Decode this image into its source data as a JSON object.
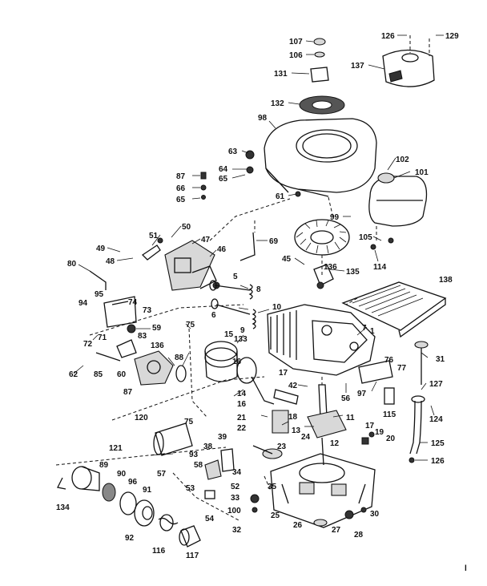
{
  "labels": [
    "107",
    "106",
    "126",
    "129",
    "131",
    "137",
    "132",
    "98",
    "63",
    "64",
    "65",
    "87",
    "66",
    "65",
    "102",
    "101",
    "61",
    "99",
    "105",
    "114",
    "50",
    "51",
    "47",
    "49",
    "48",
    "46",
    "69",
    "45",
    "135",
    "80",
    "95",
    "74",
    "73",
    "94",
    "136",
    "5",
    "8",
    "6",
    "10",
    "9",
    "133",
    "75",
    "59",
    "72",
    "71",
    "83",
    "62",
    "85",
    "60",
    "136",
    "88",
    "87",
    "15",
    "16",
    "14",
    "16",
    "17",
    "42",
    "56",
    "57",
    "76",
    "77",
    "115",
    "31",
    "127",
    "124",
    "120",
    "75",
    "39",
    "38",
    "21",
    "22",
    "18",
    "13",
    "11",
    "23",
    "17",
    "19",
    "20",
    "12",
    "125",
    "126",
    "93",
    "121",
    "58",
    "53",
    "54",
    "52",
    "34",
    "35",
    "33",
    "100",
    "32",
    "24",
    "25",
    "26",
    "27",
    "28",
    "30",
    "89",
    "90",
    "96",
    "91",
    "134",
    "92",
    "116",
    "117",
    "7",
    "1",
    "97"
  ],
  "diagram_text": {
    "tank_decal": "138",
    "tiny_mark": "l"
  }
}
